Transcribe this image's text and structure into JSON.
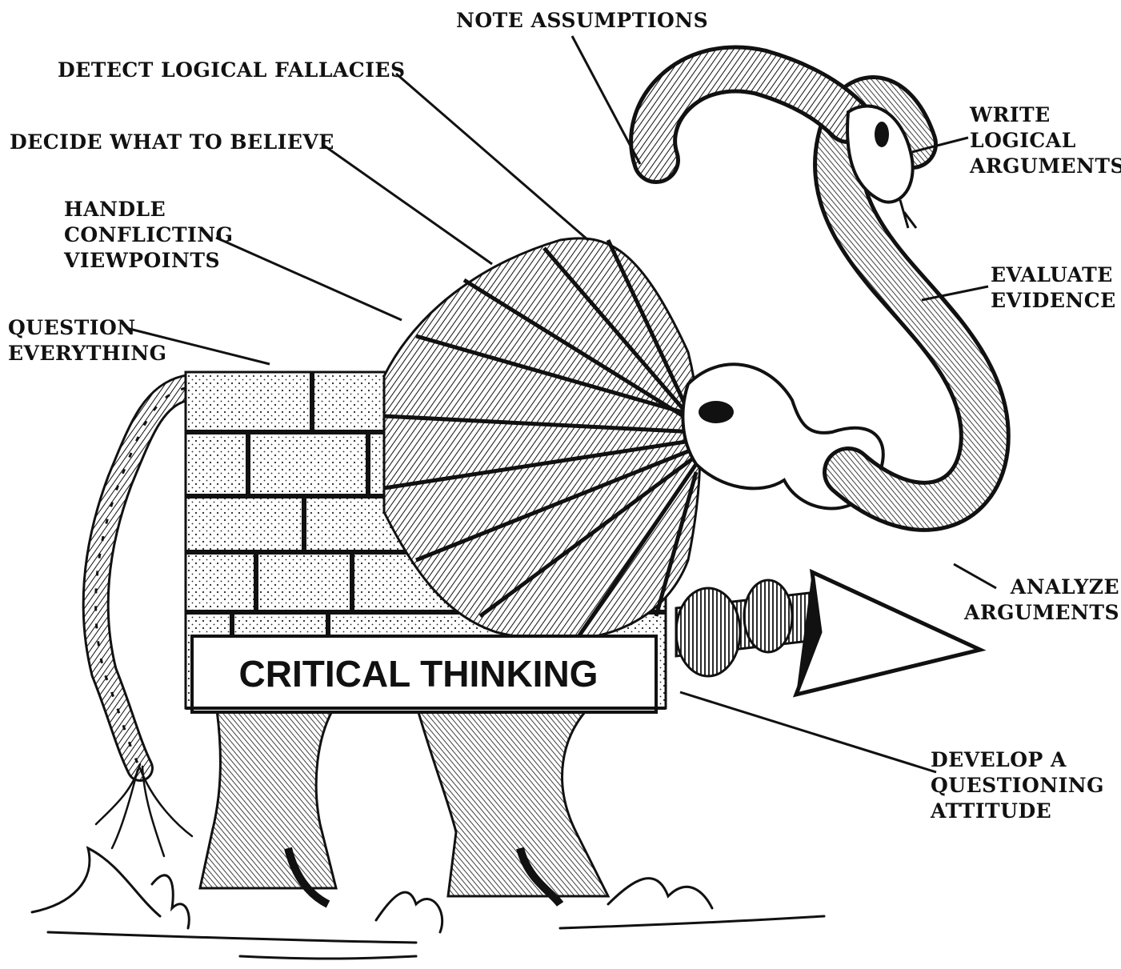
{
  "diagram": {
    "ink_color": "#111111",
    "paper_color": "#ffffff",
    "sign_text": "CRITICAL THINKING",
    "labels": {
      "note_assumptions": [
        "NOTE ASSUMPTIONS"
      ],
      "detect_fallacies": [
        "DETECT LOGICAL FALLACIES"
      ],
      "decide_believe": [
        "DECIDE WHAT TO BELIEVE"
      ],
      "handle_conflicting": [
        "HANDLE",
        "CONFLICTING",
        "VIEWPOINTS"
      ],
      "question_everything": [
        "QUESTION",
        "EVERYTHING"
      ],
      "write_arguments": [
        "WRITE",
        "LOGICAL",
        "ARGUMENTS"
      ],
      "evaluate_evidence": [
        "EVALUATE",
        "EVIDENCE"
      ],
      "analyze_arguments": [
        "ANALYZE",
        "ARGUMENTS"
      ],
      "develop_attitude": [
        "DEVELOP A",
        "QUESTIONING",
        "ATTITUDE"
      ]
    }
  }
}
